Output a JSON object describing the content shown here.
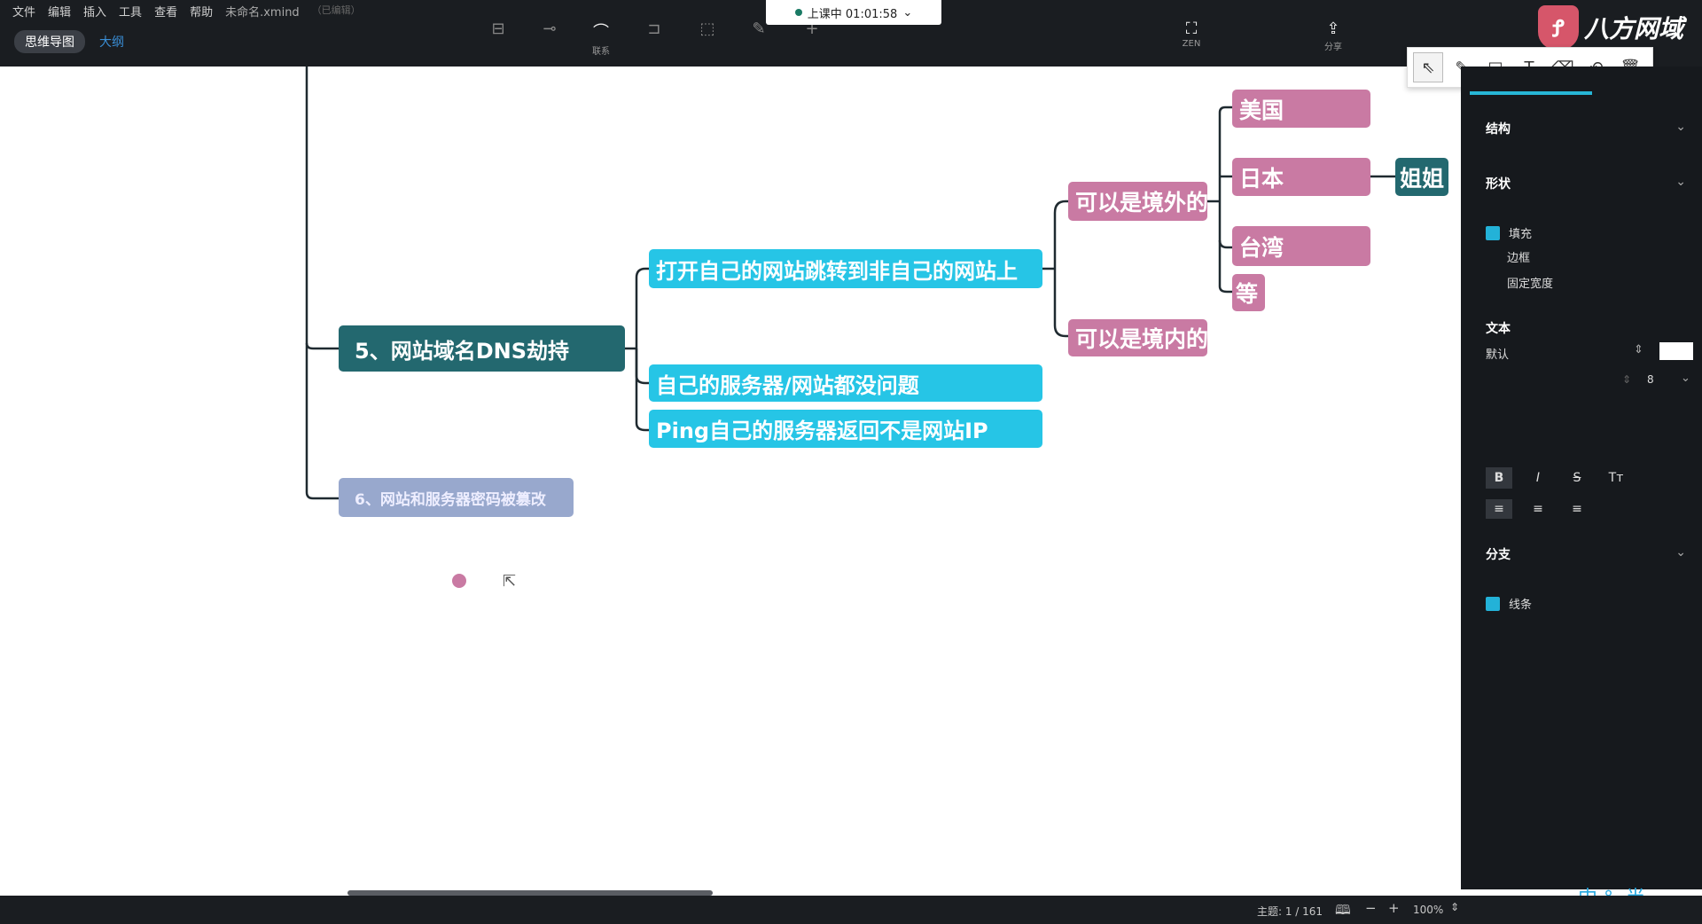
{
  "menu": {
    "items": [
      "文件",
      "编辑",
      "插入",
      "工具",
      "查看",
      "帮助"
    ],
    "filename": "未命名.xmind",
    "edited": "（已编辑）"
  },
  "view_tabs": {
    "mindmap": "思维导图",
    "outline": "大纲"
  },
  "toolbar": {
    "relation_label": "联系",
    "zen_label": "ZEN",
    "share_label": "分享"
  },
  "timer": {
    "text": "上课中 01:01:58",
    "chevron": "⌄"
  },
  "logo": {
    "text": "八方网域",
    "mark": "ð"
  },
  "mindmap": {
    "central": "5、网站域名DNS劫持",
    "branch1": "打开自己的网站跳转到非自己的网站上",
    "branch2": "自己的服务器/网站都没问题",
    "branch3": "Ping自己的服务器返回不是网站IP",
    "foreign": "可以是境外的",
    "domestic": "可以是境内的",
    "usa": "美国",
    "japan": "日本",
    "taiwan": "台湾",
    "etc": "等",
    "jiejie": "姐姐",
    "next_topic": "6、网站和服务器密码被篡改"
  },
  "panel": {
    "structure": "结构",
    "shape": "形状",
    "fill": "填充",
    "border": "边框",
    "fixed_width": "固定宽度",
    "text": "文本",
    "font_default": "默认",
    "font_size": "8",
    "branch": "分支",
    "line": "线条"
  },
  "status": {
    "topics": "主题: 1 / 161",
    "zoom": "100%",
    "minus": "−",
    "plus": "+"
  },
  "ime": {
    "text": "中 °, 半"
  },
  "colors": {
    "main_node": "#23686f",
    "cyan_node": "#26c5e6",
    "pink_node": "#c97aa3",
    "muted_node": "#98a8cd",
    "accent": "#27b6d6"
  }
}
